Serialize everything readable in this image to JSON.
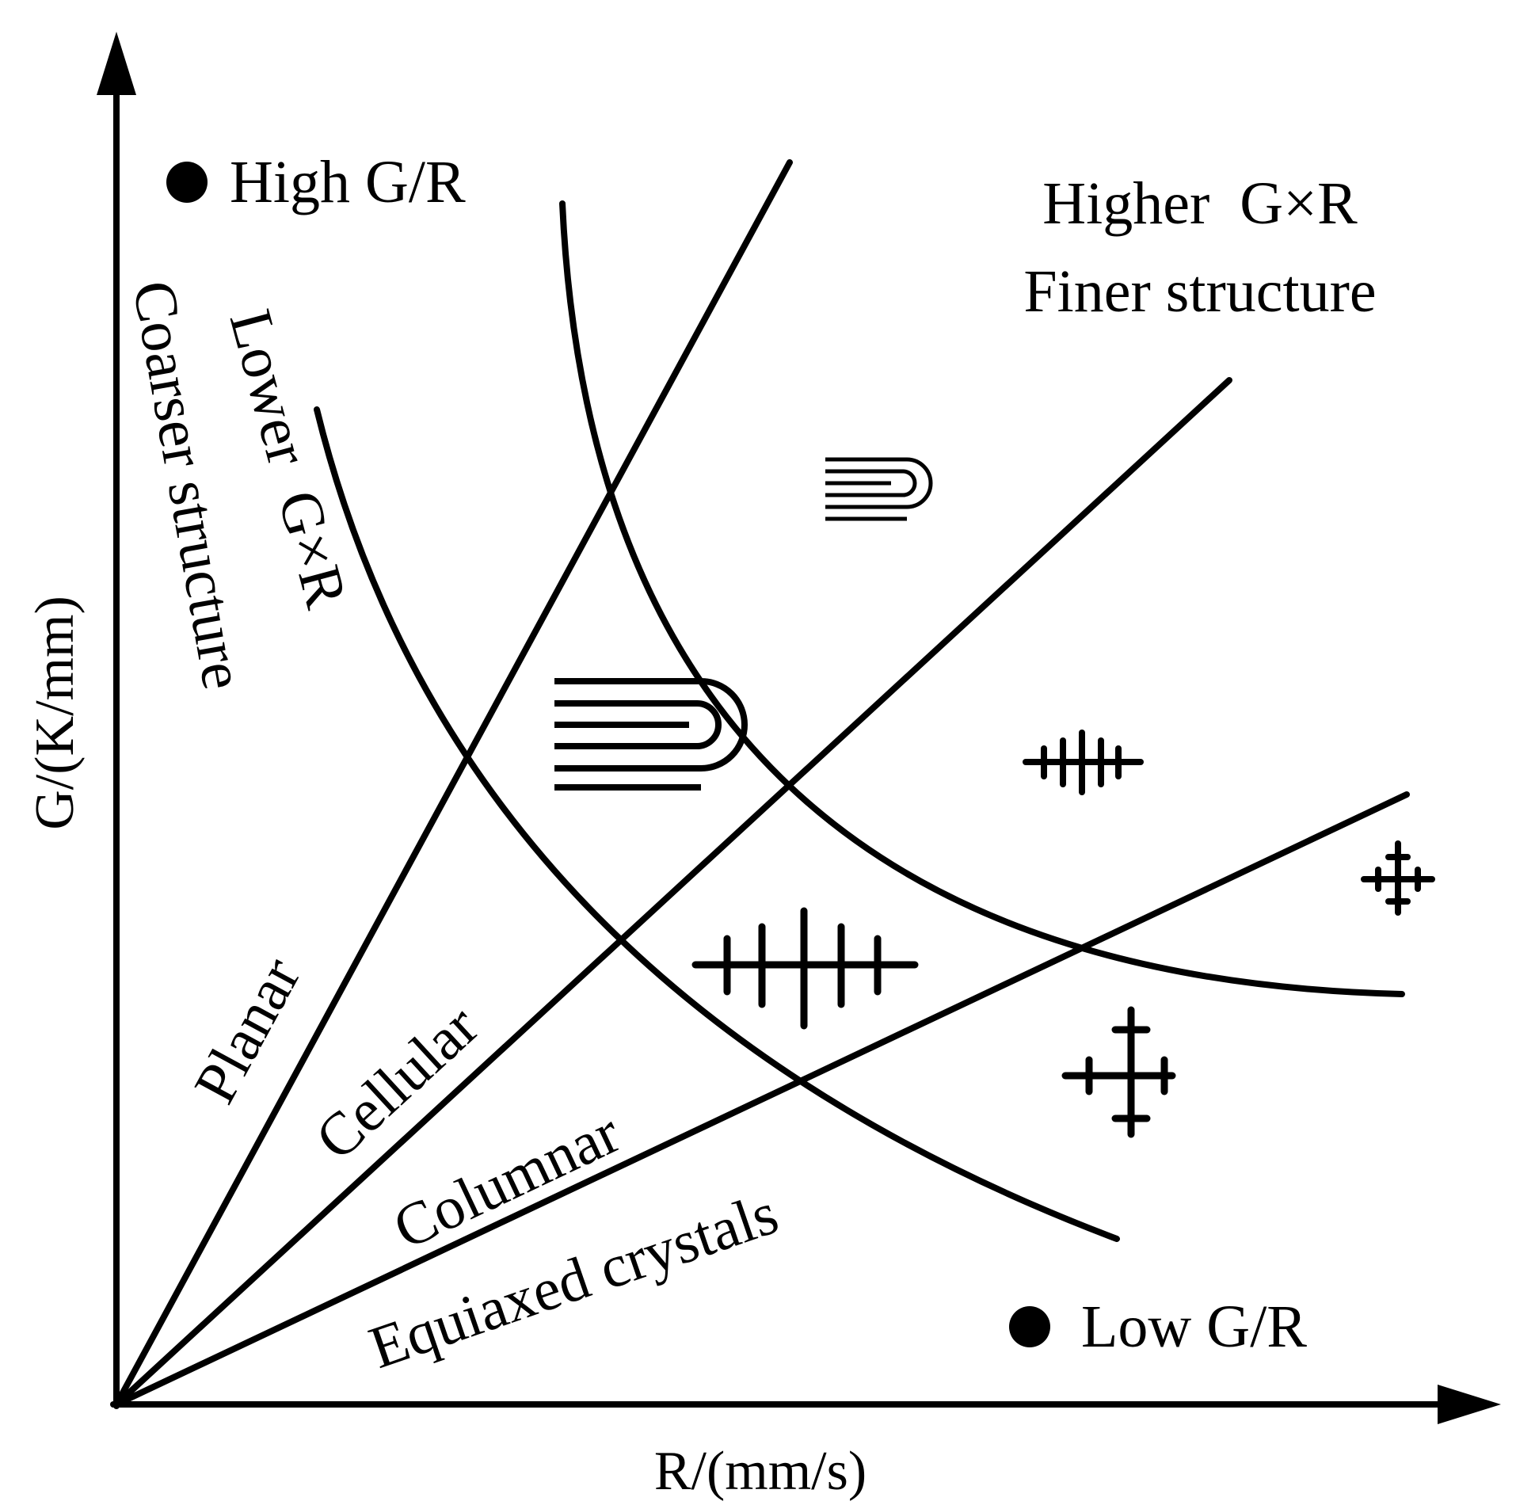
{
  "axes": {
    "x_label": "R/(mm/s)",
    "y_label": "G/(K/mm)"
  },
  "annotations": {
    "high_gr": "High G/R",
    "low_gr": "Low G/R",
    "higher_line1": "Higher  G×R",
    "higher_line2": "Finer structure",
    "lower_line1": "Lower  G×R",
    "lower_line2": "Coarser structure"
  },
  "regions": {
    "planar": "Planar",
    "cellular": "Cellular",
    "columnar": "Columnar",
    "equiaxed": "Equiaxed crystals"
  },
  "icons": [
    "cellular-small-icon",
    "cellular-large-icon",
    "columnar-dendrite-small-icon",
    "columnar-dendrite-large-icon",
    "equiaxed-dendrite-small-icon",
    "equiaxed-dendrite-large-icon"
  ]
}
